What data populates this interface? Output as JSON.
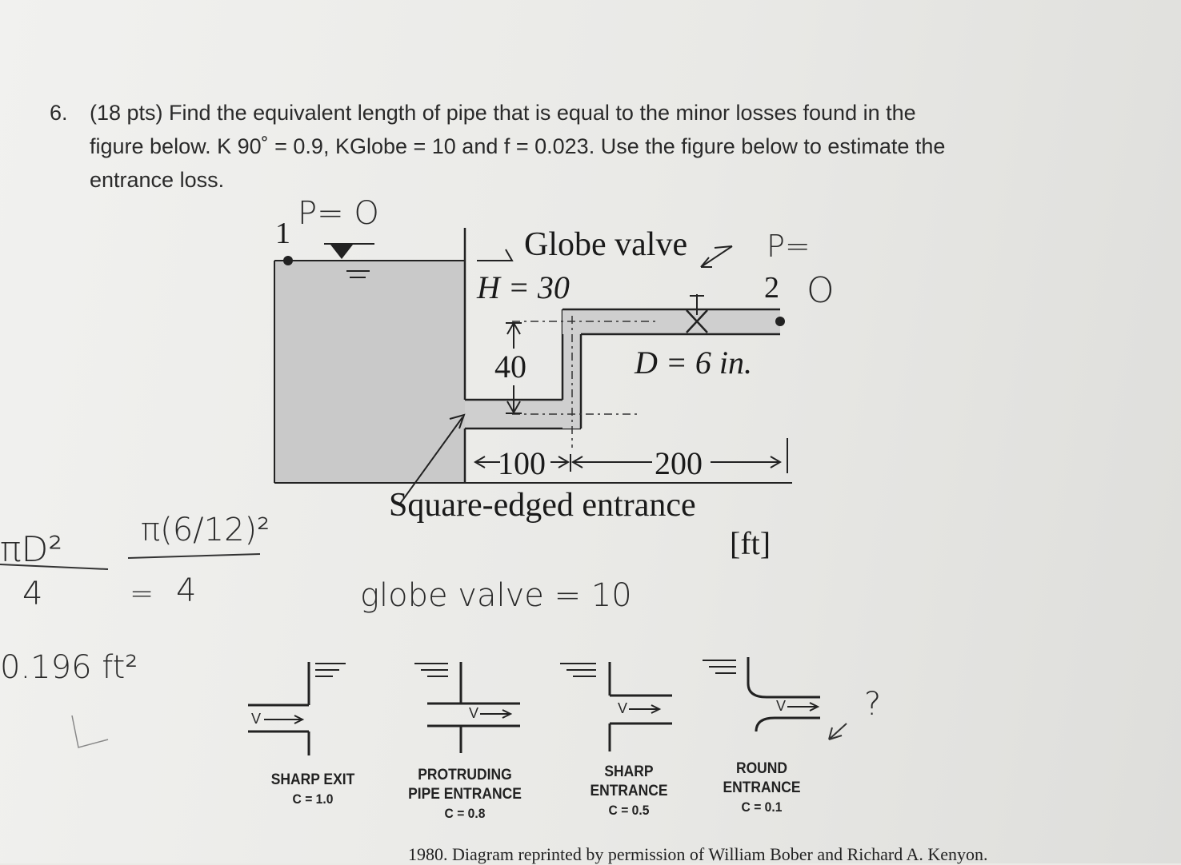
{
  "problem": {
    "number": "6.",
    "lines": [
      "(18 pts) Find the equivalent length of pipe that is equal to the minor losses found in the",
      "figure below. K 90˚ = 0.9, KGlobe = 10 and f = 0.023. Use the figure below to estimate the",
      "entrance loss."
    ]
  },
  "figure": {
    "point1": "1",
    "globe_valve": "Globe valve",
    "H_label": "H = 30",
    "depth": "40",
    "D_label": "D = 6 in.",
    "dim_100": "100",
    "dim_200": "200",
    "square_edged": "Square-edged entrance",
    "units": "[ft]",
    "point2": "2"
  },
  "handwriting": {
    "p1": "P= O",
    "p2": "P=",
    "p2_val": "O",
    "area_lhs": "πD²",
    "area_lhs_den": "4",
    "area_rhs": "π(6/12)²",
    "area_rhs_den": "4",
    "area_result": "0.196 ft²",
    "globe_note": "globe valve = 10",
    "question_mark": "?"
  },
  "entrances": [
    {
      "name_lines": [
        "SHARP EXIT"
      ],
      "coef": "C = 1.0"
    },
    {
      "name_lines": [
        "PROTRUDING",
        "PIPE ENTRANCE"
      ],
      "coef": "C = 0.8"
    },
    {
      "name_lines": [
        "SHARP",
        "ENTRANCE"
      ],
      "coef": "C = 0.5"
    },
    {
      "name_lines": [
        "ROUND",
        "ENTRANCE"
      ],
      "coef": "C = 0.1"
    }
  ],
  "velocity_label": "V",
  "credit": "1980. Diagram reprinted by permission of William Bober and Richard A. Kenyon."
}
